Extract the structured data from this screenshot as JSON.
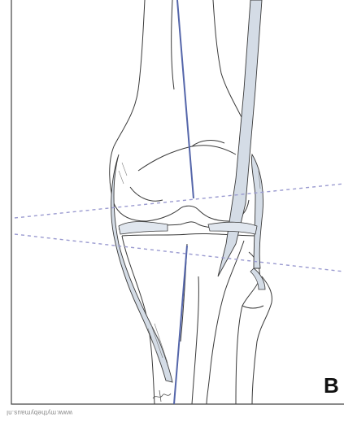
{
  "figure": {
    "panel_label": "B",
    "watermark_text": "www.mythebymaus.nl",
    "signature": "signature mark",
    "colors": {
      "outline": "#3a3a3a",
      "ligament_fill": "#d4dce6",
      "axis_line": "#5566aa",
      "dashed_line": "#9a9ad0",
      "border": "#444444"
    }
  }
}
